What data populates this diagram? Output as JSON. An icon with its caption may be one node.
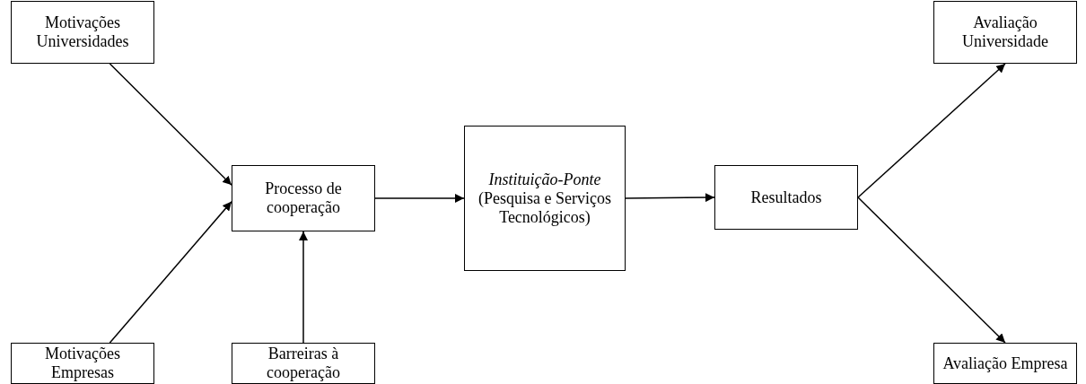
{
  "diagram": {
    "nodes": [
      {
        "text": [
          "Motivações Universidades"
        ]
      },
      {
        "text": [
          "Motivações Empresas"
        ]
      },
      {
        "text": [
          "Processo de cooperação"
        ]
      },
      {
        "text": [
          "Barreiras à cooperação"
        ]
      },
      {
        "text": [
          "*Instituição-Ponte* (Pesquisa e Serviços Tecnológicos)"
        ]
      },
      {
        "text": [
          "Resultados"
        ]
      },
      {
        "text": [
          "Avaliação Universidade"
        ]
      },
      {
        "text": [
          "Avaliação Empresa"
        ]
      }
    ],
    "edges": [
      {
        "from": 0,
        "to": 2,
        "arrow": "to"
      },
      {
        "from": 1,
        "to": 2,
        "arrow": "to"
      },
      {
        "from": 3,
        "to": 2,
        "arrow": "to"
      },
      {
        "from": 2,
        "to": 4,
        "arrow": "to"
      },
      {
        "from": 4,
        "to": 5,
        "arrow": "to"
      },
      {
        "from": 5,
        "to": 6,
        "arrow": "to"
      },
      {
        "from": 5,
        "to": 7,
        "arrow": "to"
      }
    ]
  }
}
